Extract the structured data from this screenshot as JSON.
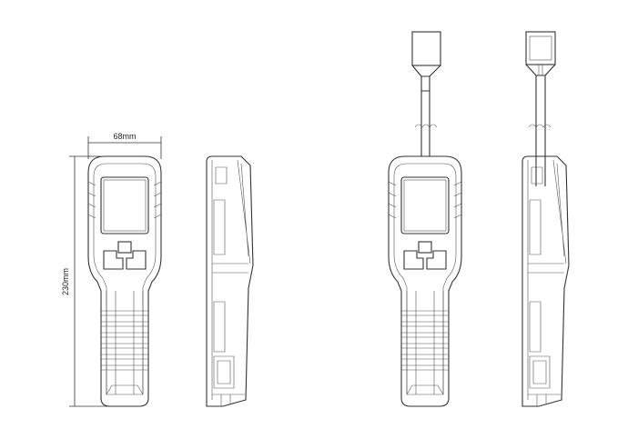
{
  "dimensions": {
    "width_label": "68mm",
    "height_label": "230mm"
  },
  "views": [
    {
      "name": "front-view",
      "probe": false
    },
    {
      "name": "side-view",
      "probe": false
    },
    {
      "name": "front-view-with-probe",
      "probe": true
    },
    {
      "name": "side-view-with-probe",
      "probe": true
    }
  ]
}
